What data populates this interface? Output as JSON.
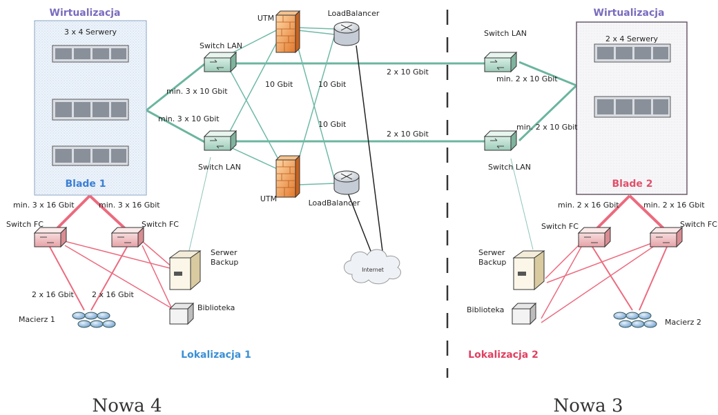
{
  "colors": {
    "lan": "#6bb59f",
    "fc": "#ec6a7e",
    "thin": "#7fbfb8",
    "internet": "#222222",
    "blade1_title": "#3a7fd5",
    "blade2_title": "#e0506a",
    "virt": "#7a6bbf"
  },
  "left": {
    "virt_title": "Wirtualizacja",
    "servers_label": "3 x 4 Serwery",
    "blade_title": "Blade 1",
    "location": "Lokalizacja 1",
    "site_name": "Nowa 4",
    "link_top": "min. 3 x 10 Gbit",
    "link_bottom": "min. 3 x 10 Gbit",
    "fc_left_label": "min. 3 x 16 Gbit",
    "fc_right_label": "min. 3 x 16 Gbit",
    "switch_fc_a": "Switch FC",
    "switch_fc_b": "Switch FC",
    "array_link_a": "2 x 16 Gbit",
    "array_link_b": "2 x 16 Gbit",
    "array": "Macierz 1",
    "backup_line1": "Serwer",
    "backup_line2": "Backup",
    "library": "Biblioteka"
  },
  "center": {
    "switch_lan_top": "Switch LAN",
    "switch_lan_bottom": "Switch LAN",
    "utm_top": "UTM",
    "utm_bottom": "UTM",
    "lb_top": "LoadBalancer",
    "lb_bottom": "LoadBalancer",
    "gbit_1": "10 Gbit",
    "gbit_2": "10 Gbit",
    "gbit_3": "10 Gbit",
    "internet": "Internet",
    "wan_top": "2 x 10 Gbit",
    "wan_bottom": "2 x 10 Gbit"
  },
  "right": {
    "virt_title": "Wirtualizacja",
    "servers_label": "2 x 4 Serwery",
    "blade_title": "Blade 2",
    "location": "Lokalizacja 2",
    "site_name": "Nowa 3",
    "switch_lan_top": "Switch LAN",
    "switch_lan_bottom": "Switch LAN",
    "link_top": "min. 2 x 10 Gbit",
    "link_bottom": "min. 2 x 10 Gbit",
    "fc_left_label": "min. 2 x 16 Gbit",
    "fc_right_label": "min. 2 x 16 Gbit",
    "switch_fc_a": "Switch FC",
    "switch_fc_b": "Switch FC",
    "array": "Macierz 2",
    "backup_line1": "Serwer",
    "backup_line2": "Backup",
    "library": "Biblioteka"
  }
}
